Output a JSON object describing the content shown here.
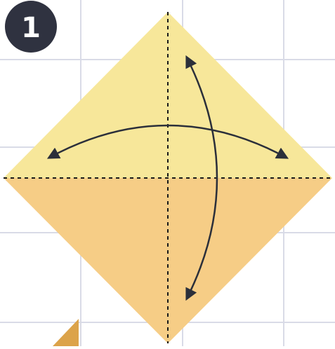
{
  "step": {
    "number": "1"
  },
  "colors": {
    "background": "#ffffff",
    "grid": "#d9dbe7",
    "paper_top": "#f7e79a",
    "paper_bottom": "#f6cd86",
    "fold_line": "#1a1a1a",
    "arrow": "#2b2f3a",
    "badge": "#2f3240",
    "corner_piece": "#dca34a"
  },
  "icons": {
    "horizontal_arrow": "double-headed-curved-arrow",
    "vertical_arrow": "double-headed-curved-arrow"
  }
}
